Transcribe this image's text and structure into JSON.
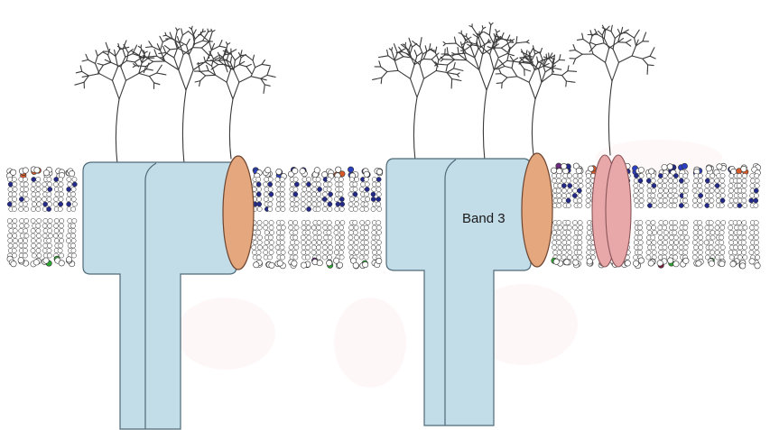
{
  "labels": {
    "band3": "Band 3"
  },
  "colors": {
    "protein_fill": "#c2dce8",
    "protein_stroke": "#4f6a78",
    "peripheral_fill": "#e4a77e",
    "peripheral_stroke": "#6e4530",
    "glycophorin_fill": "#e8a8aa",
    "glycophorin_stroke": "#8a5558",
    "head_white": "#ffffff",
    "head_stroke": "#333333",
    "head_blue": "#2b3fc4",
    "head_navy": "#232a8a",
    "head_orange": "#d85a28",
    "head_purple": "#6a2a80",
    "head_green": "#2ea832",
    "head_maroon": "#7a1a3c",
    "sugar_stroke": "#3a3a3a",
    "background_smudge": "#fbeeee"
  },
  "diagram": {
    "elements": [
      "lipid-bilayer-left",
      "lipid-bilayer-middle",
      "lipid-bilayer-right",
      "band3-dimer-left",
      "band3-dimer-right",
      "peripheral-protein-left",
      "peripheral-protein-right",
      "glycophorin",
      "carbohydrate-chains"
    ]
  }
}
